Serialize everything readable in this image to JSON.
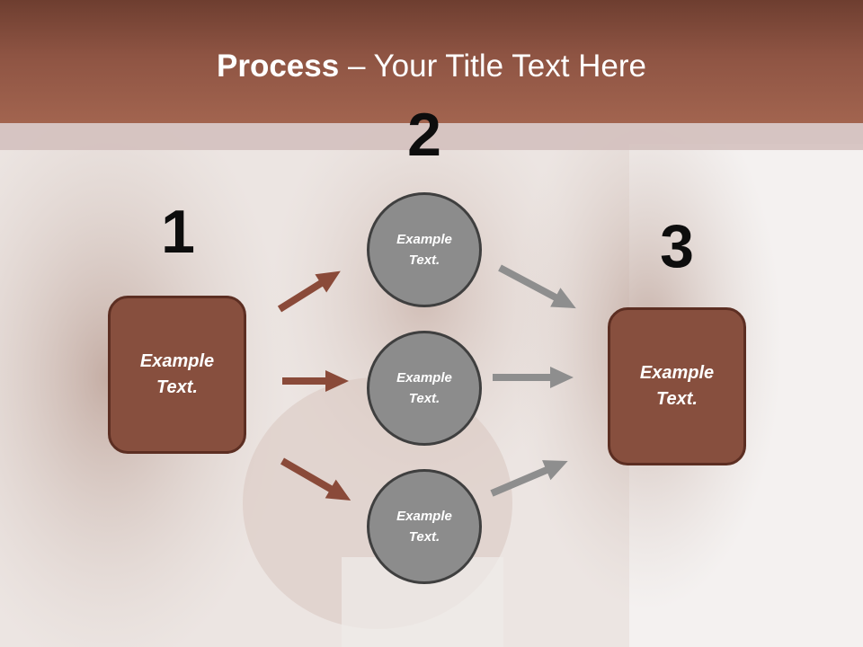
{
  "title": {
    "bold": "Process",
    "rest": " – Your Title Text Here"
  },
  "steps": {
    "one": "1",
    "two": "2",
    "three": "3"
  },
  "left_box": {
    "text": "Example Text."
  },
  "circles": [
    {
      "text": "Example Text."
    },
    {
      "text": "Example Text."
    },
    {
      "text": "Example Text."
    }
  ],
  "right_box": {
    "text": "Example Text."
  },
  "colors": {
    "header": "#9b5e4a",
    "box_fill": "#874f3e",
    "circle_fill": "#8c8c8c",
    "arrow_brown": "#8a4a39",
    "arrow_gray": "#8e8e8e"
  }
}
